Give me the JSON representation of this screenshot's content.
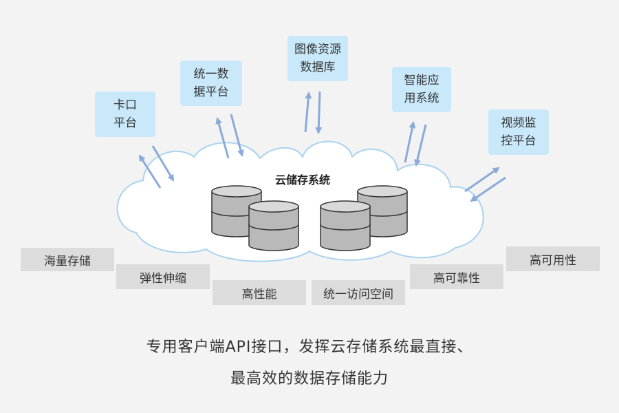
{
  "cloud": {
    "label": "云储存系统"
  },
  "nodes": [
    {
      "lines": [
        "卡口",
        "平台"
      ]
    },
    {
      "lines": [
        "统一数",
        "据平台"
      ]
    },
    {
      "lines": [
        "图像资源",
        "数据库"
      ]
    },
    {
      "lines": [
        "智能应",
        "用系统"
      ]
    },
    {
      "lines": [
        "视频监",
        "控平台"
      ]
    }
  ],
  "features": {
    "massive_storage": "海量存储",
    "elastic_scaling": "弹性伸缩",
    "high_performance": "高性能",
    "unified_namespace": "统一访问空间",
    "high_reliability": "高可靠性",
    "high_availability": "高可用性"
  },
  "caption": {
    "line1": "专用客户端API接口，发挥云存储系统最直接、",
    "line2": "最高效的数据存储能力"
  },
  "colors": {
    "node_bg": "#c9e9fb",
    "arrow": "#8aaad8",
    "feature_bg": "#dcdcdc",
    "cloud_stroke": "#a9d3ee",
    "disk_fill": "#b9b9b9"
  }
}
